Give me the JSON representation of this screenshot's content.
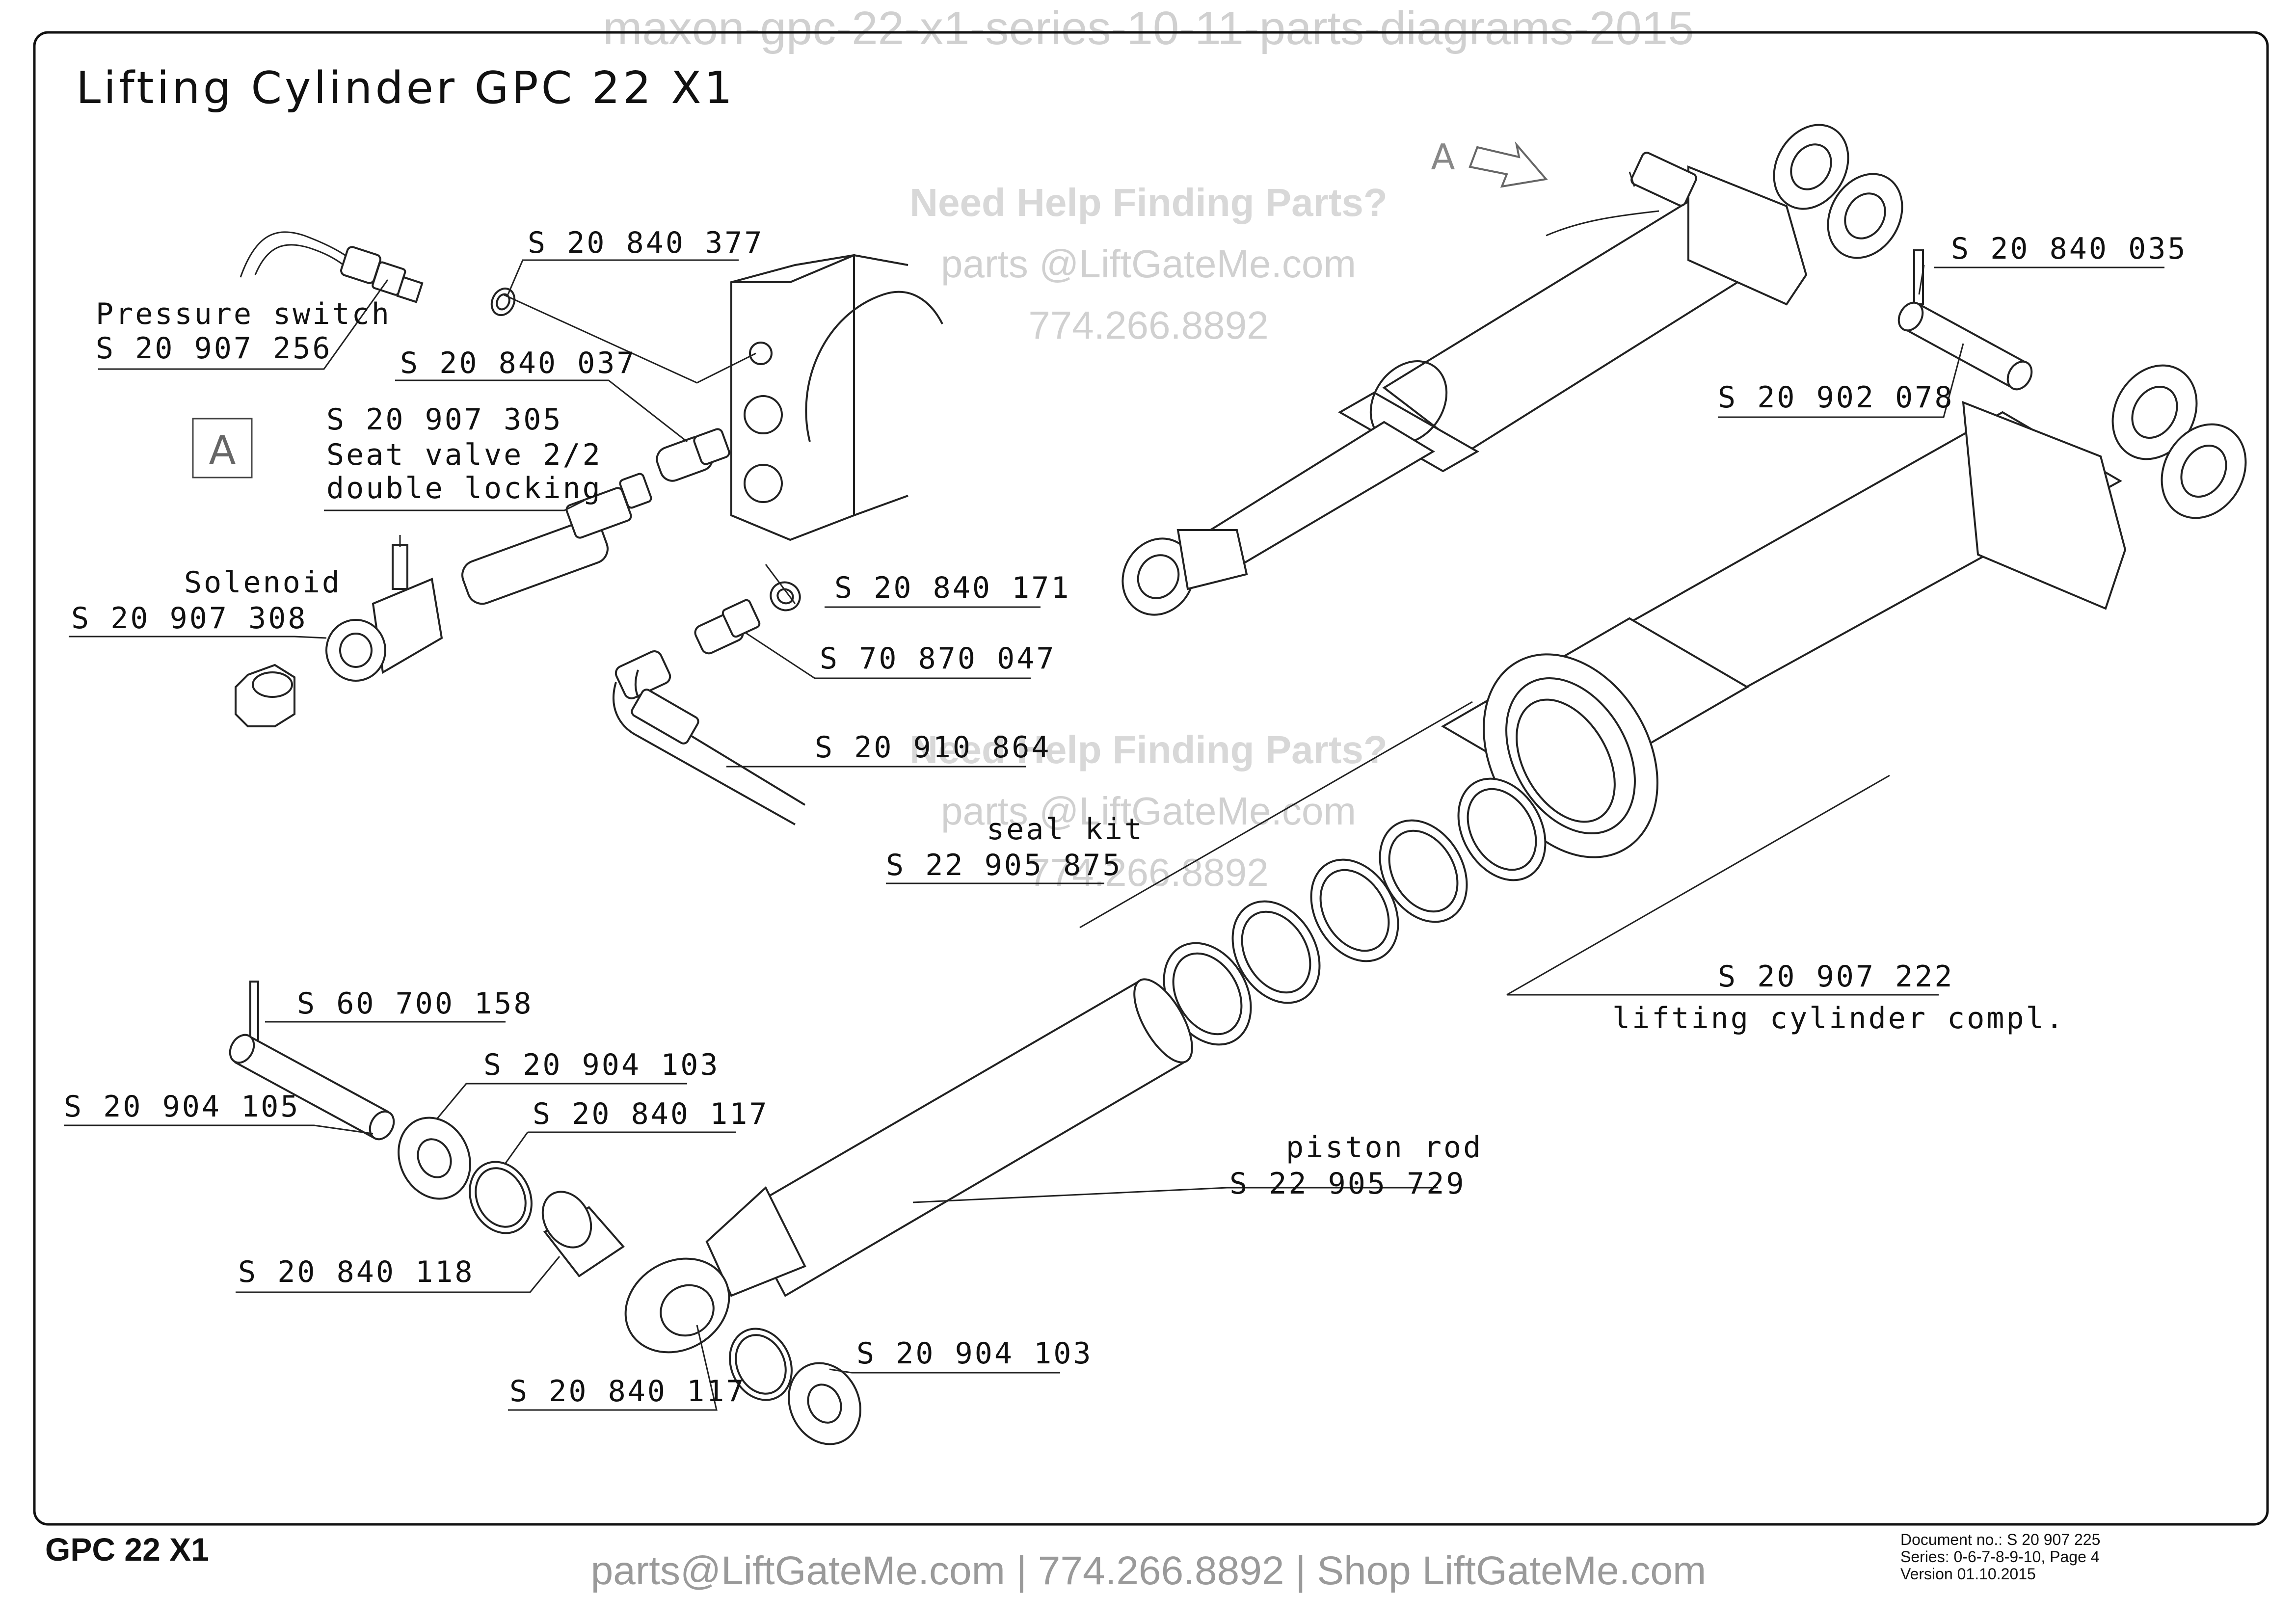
{
  "watermark_top": "maxon-gpc-22-x1-series-10-11-parts-diagrams-2015",
  "title": "Lifting Cylinder GPC 22 X1",
  "help": {
    "heading": "Need Help Finding Parts?",
    "email": "parts @LiftGateMe.com",
    "phone": "774.266.8892"
  },
  "detail_marker": "A",
  "view_marker": "A",
  "labels": {
    "pressure_switch_name": "Pressure switch",
    "pressure_switch_pn": "S 20 907 256",
    "p_20840377": "S 20 840 377",
    "p_20840037": "S 20 840 037",
    "seat_valve_pn": "S 20 907 305",
    "seat_valve_name1": "Seat valve 2/2",
    "seat_valve_name2": "double locking",
    "solenoid_name": "Solenoid",
    "solenoid_pn": "S 20 907 308",
    "p_20840171": "S 20 840 171",
    "p_70870047": "S 70 870 047",
    "p_20910864": "S 20 910 864",
    "seal_kit_name": "seal kit",
    "seal_kit_pn": "S 22 905 875",
    "p_20840035": "S 20 840 035",
    "p_20902078": "S 20 902 078",
    "cyl_pn": "S 20 907 222",
    "cyl_name": "lifting cylinder compl.",
    "p_60700158": "S 60 700 158",
    "p_20904103_a": "S 20 904 103",
    "p_20904105": "S 20 904 105",
    "p_20840117_a": "S 20 840 117",
    "p_20840118": "S 20 840 118",
    "piston_name": "piston rod",
    "piston_pn": "S 22 905 729",
    "p_20840117_b": "S 20 840 117",
    "p_20904103_b": "S 20 904 103"
  },
  "footer": {
    "brand": "GPC 22 X1",
    "contact": "parts@LiftGateMe.com | 774.266.8892 | Shop LiftGateMe.com",
    "doc_no": "Document no.:  S 20 907 225",
    "series": "Series:  0-6-7-8-9-10,  Page 4",
    "version": "Version  01.10.2015"
  }
}
